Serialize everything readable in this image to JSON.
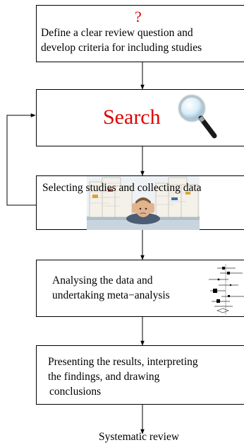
{
  "steps": {
    "define": {
      "icon": "question-mark-icon",
      "icon_text": "?",
      "line1": "Define a clear review question and",
      "line2": "develop criteria for including studies"
    },
    "search": {
      "label": "Search",
      "icon": "magnifier-icon"
    },
    "select": {
      "label": "Selecting studies and collecting data",
      "image": "stressed-person-with-paper-stacks"
    },
    "analyse": {
      "line1": "Analysing the data and",
      "line2": "undertaking meta−analysis",
      "icon": "forest-plot-icon"
    },
    "present": {
      "line1": "Presenting the results, interpreting",
      "line2": "the findings, and drawing",
      "line3": "conclusions"
    }
  },
  "output_label": "Systematic review",
  "colors": {
    "accent": "#e00000",
    "line": "#000000",
    "background": "#ffffff"
  }
}
